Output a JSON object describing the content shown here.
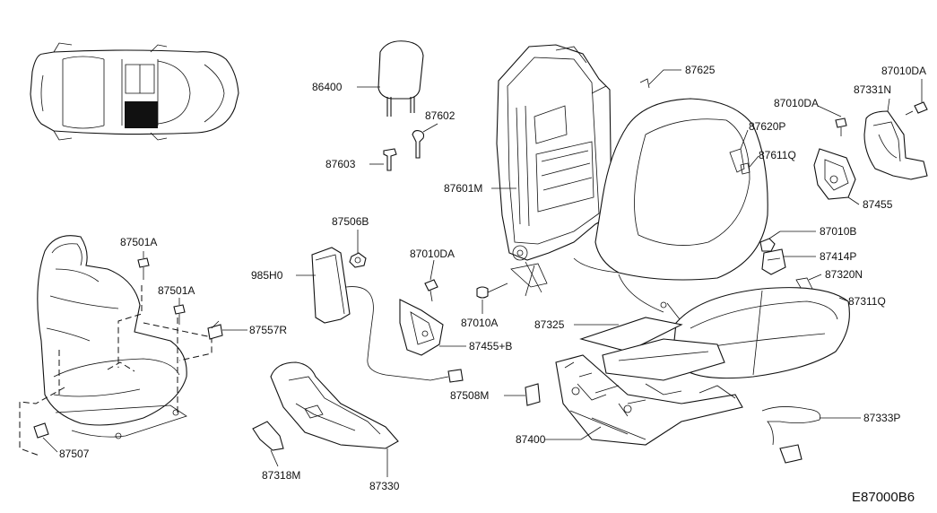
{
  "diagram_code": "E87000B6",
  "locator": {
    "highlight_color": "#111111"
  },
  "labels": {
    "l86400": "86400",
    "l87602": "87602",
    "l87603": "87603",
    "l87625": "87625",
    "l87010DA_a": "87010DA",
    "l87331N": "87331N",
    "l87010DA_b": "87010DA",
    "l87620P": "87620P",
    "l87611Q": "87611Q",
    "l87601M": "87601M",
    "l87455": "87455",
    "l87506B": "87506B",
    "l87010DA_c": "87010DA",
    "l87501A_a": "87501A",
    "l87501A_b": "87501A",
    "l985H0": "985H0",
    "l87010B": "87010B",
    "l87414P": "87414P",
    "l87320N": "87320N",
    "l87311Q": "87311Q",
    "l87557R": "87557R",
    "l87010A": "87010A",
    "l87325": "87325",
    "l87455B": "87455+B",
    "l87508M": "87508M",
    "l87333P": "87333P",
    "l87400": "87400",
    "l87507": "87507",
    "l87318M": "87318M",
    "l87330": "87330"
  }
}
